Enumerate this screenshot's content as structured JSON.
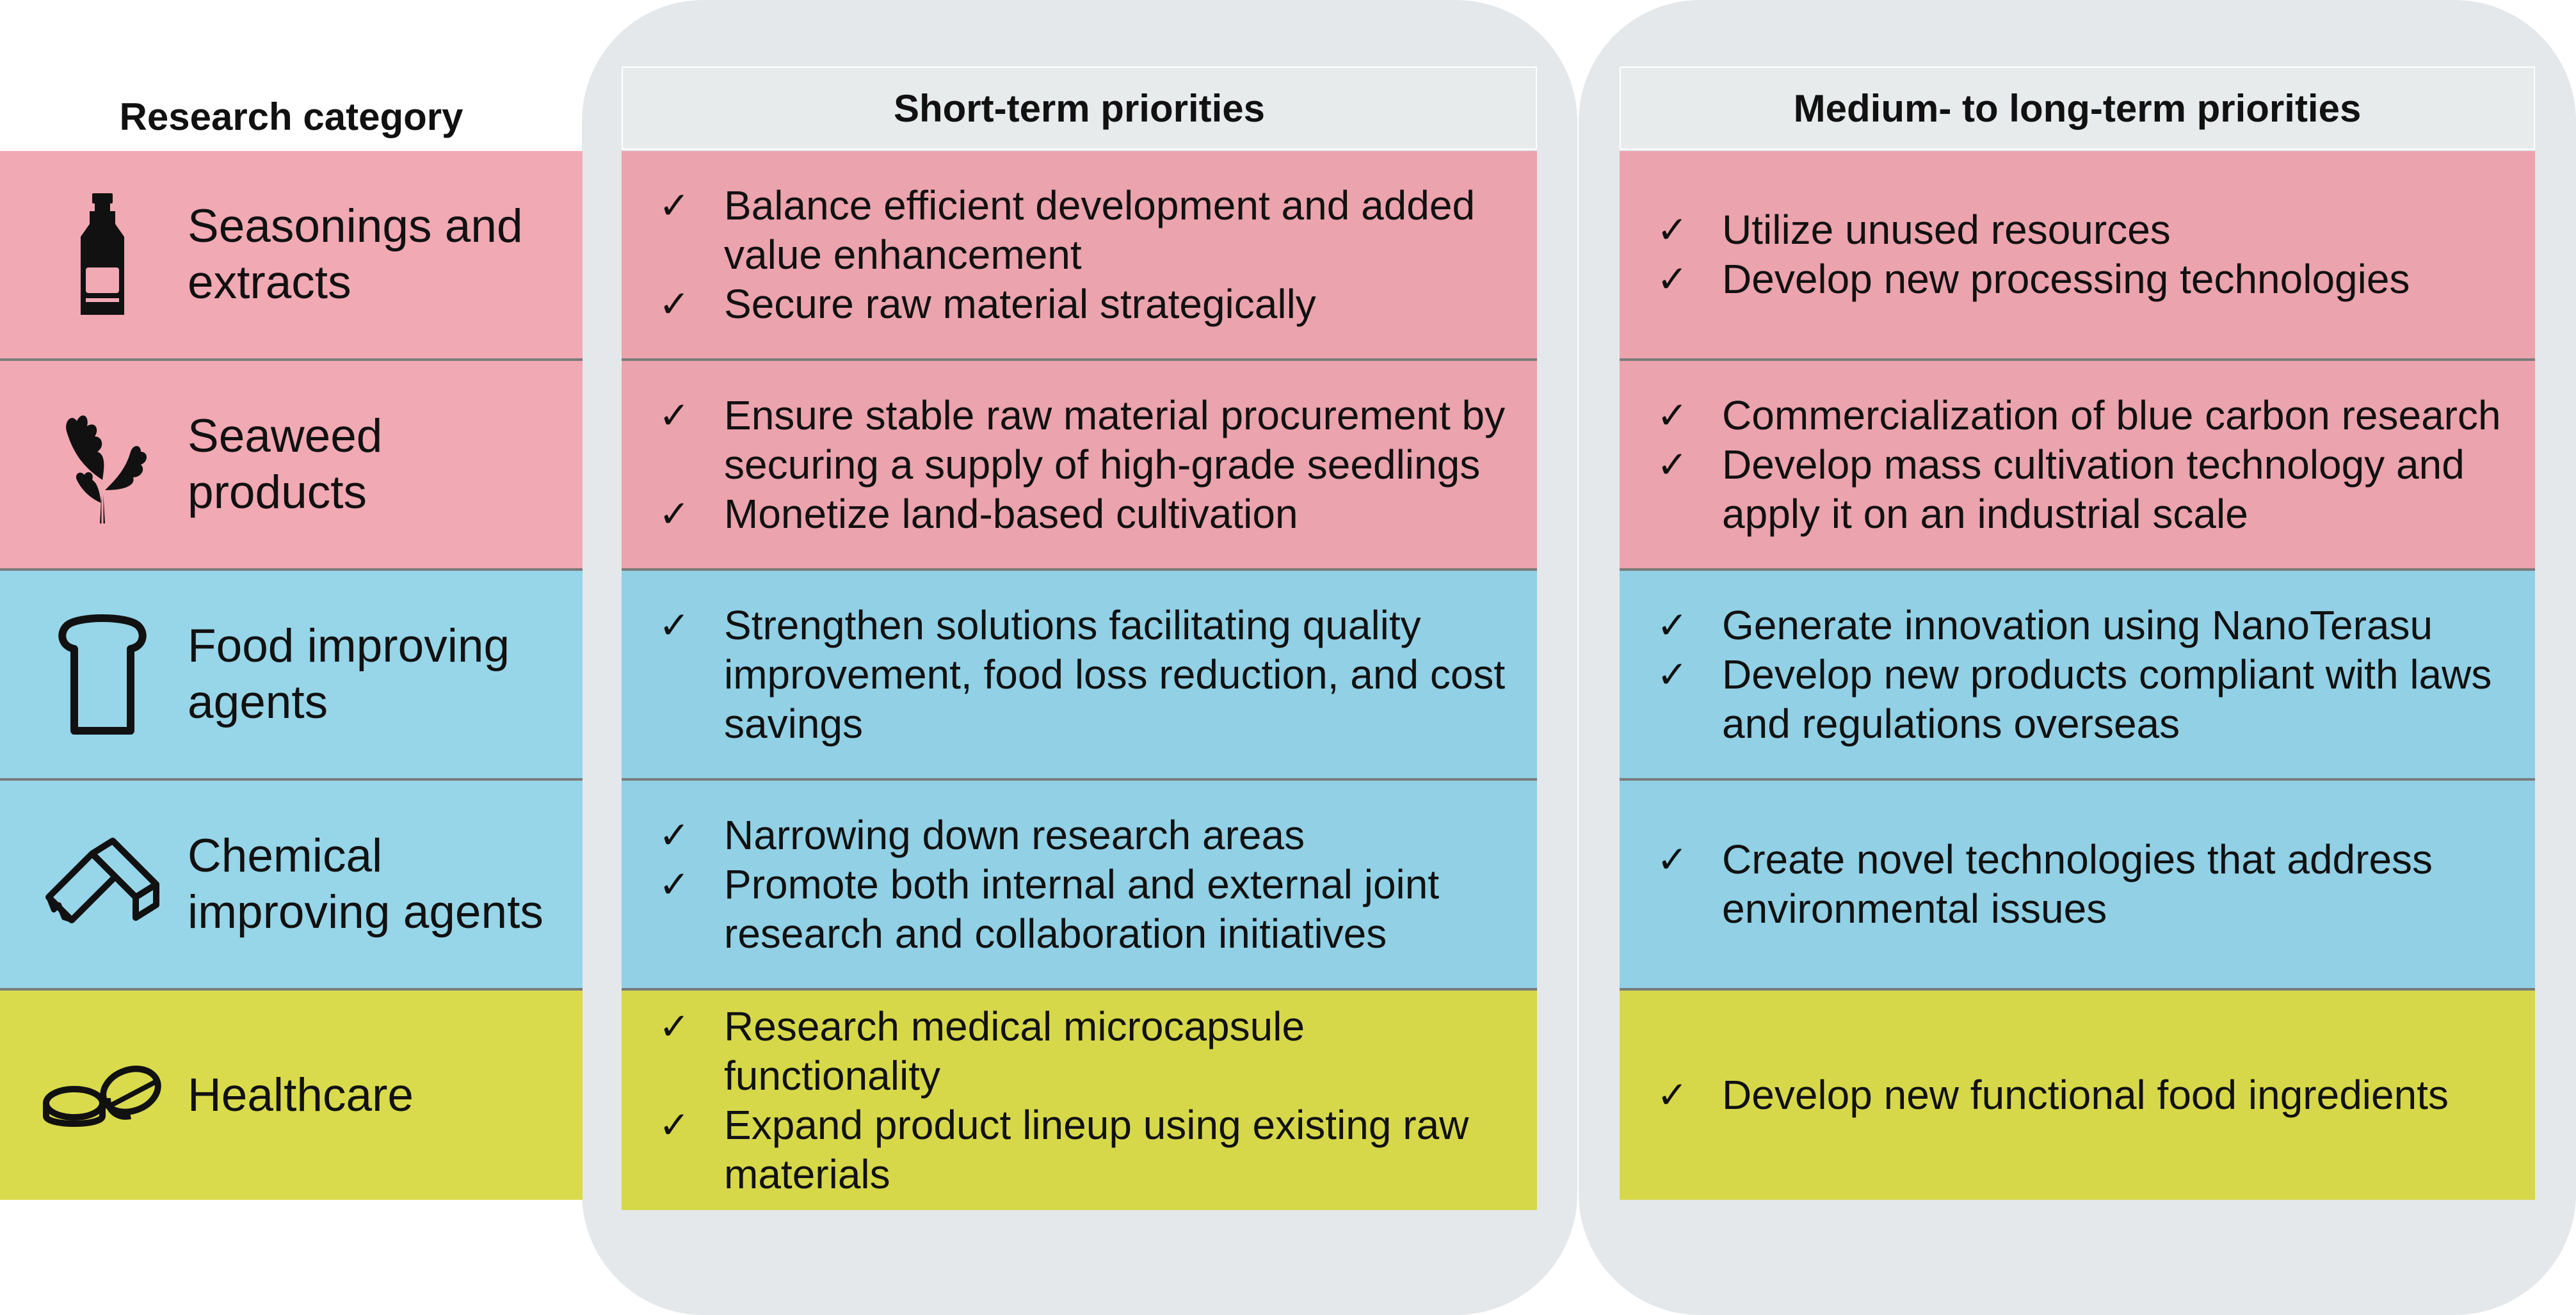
{
  "headers": {
    "category": "Research category",
    "short_term": "Short-term priorities",
    "long_term": "Medium- to long-term priorities"
  },
  "colors": {
    "seasoning_pink": "#eba3ad",
    "food_blue": "#91d0e5",
    "healthcare_lime": "#d6d84a",
    "panel_gray": "#e4e8ea"
  },
  "rows": [
    {
      "icon": "bottle-icon",
      "category": [
        "Seasonings and",
        "extracts"
      ],
      "short_term": [
        "Balance efficient development and added value enhancement",
        "Secure raw material strategically"
      ],
      "long_term": [
        "Utilize unused resources",
        "Develop new processing technologies"
      ]
    },
    {
      "icon": "seaweed-icon",
      "category": [
        "Seaweed",
        "products"
      ],
      "short_term": [
        "Ensure stable raw material procurement by securing a supply of high-grade seedlings",
        "Monetize land-based cultivation"
      ],
      "long_term": [
        "Commercialization of blue carbon research",
        "Develop mass cultivation technology and apply it on an industrial scale"
      ]
    },
    {
      "icon": "bread-icon",
      "category": [
        "Food improving",
        "agents"
      ],
      "short_term": [
        "Strengthen solutions facilitating quality improvement, food loss reduction, and cost savings"
      ],
      "long_term": [
        "Generate innovation using NanoTerasu",
        "Develop new products compliant with laws and regulations overseas"
      ]
    },
    {
      "icon": "powder-bag-icon",
      "category": [
        "Chemical",
        "improving agents"
      ],
      "short_term": [
        "Narrowing down research areas",
        "Promote both internal and external joint research and collaboration initiatives"
      ],
      "long_term": [
        "Create novel technologies that address environmental issues"
      ]
    },
    {
      "icon": "tablets-icon",
      "category": [
        "Healthcare"
      ],
      "short_term": [
        "Research medical microcapsule functionality",
        "Expand product lineup using existing raw materials"
      ],
      "long_term": [
        "Develop new functional food ingredients"
      ]
    }
  ]
}
